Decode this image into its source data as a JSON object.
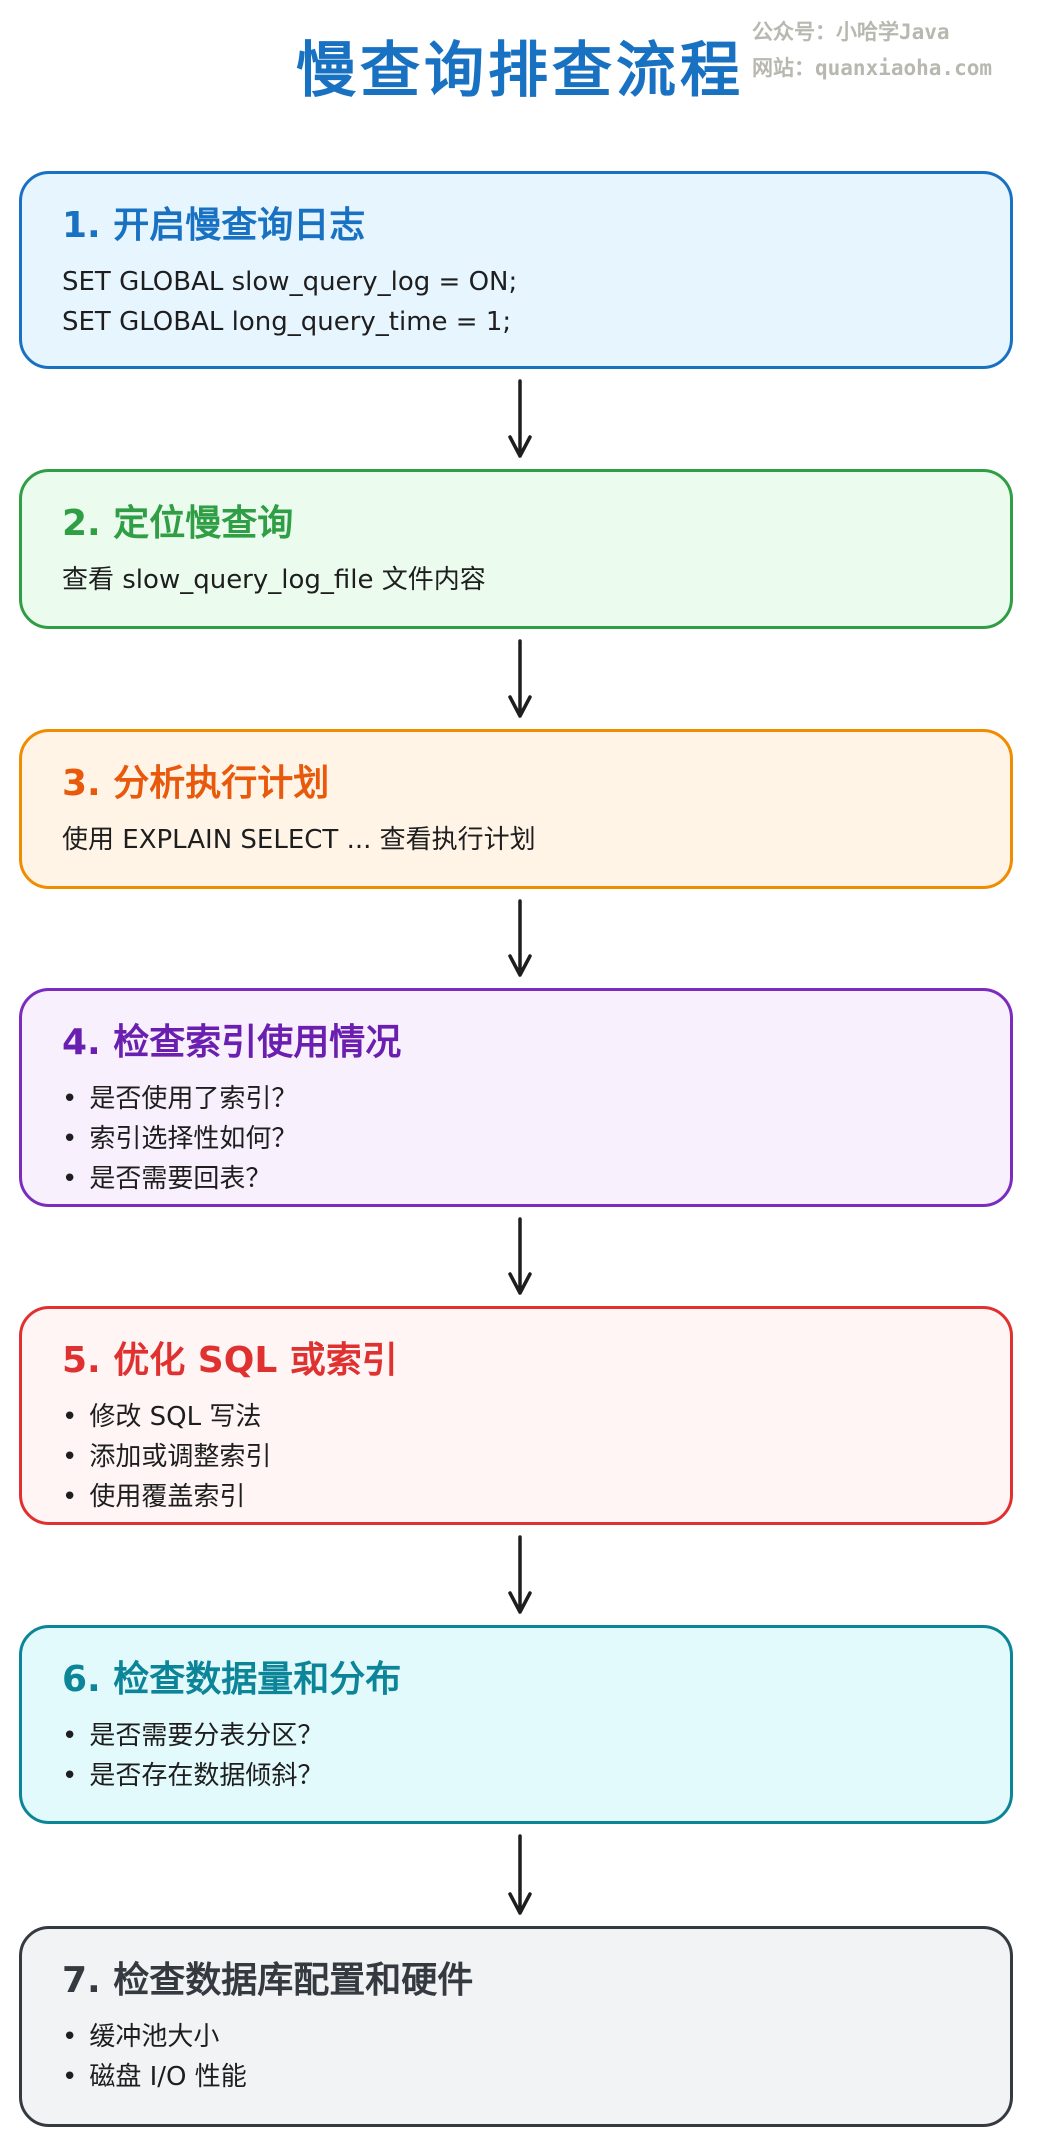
{
  "title": "慢查询排查流程",
  "watermark": {
    "line1": "公众号：小哈学Java",
    "line2": "网站：quanxiaoha.com"
  },
  "steps": [
    {
      "title": "1. 开启慢查询日志",
      "lines": [
        "SET GLOBAL slow_query_log = ON;",
        "SET GLOBAL long_query_time = 1;"
      ],
      "bullets": false,
      "bg": "#e7f5ff",
      "border": "#1971c2",
      "title_color": "#1971c2"
    },
    {
      "title": "2. 定位慢查询",
      "lines": [
        "查看 slow_query_log_file 文件内容"
      ],
      "bullets": false,
      "bg": "#ebfbee",
      "border": "#2f9e44",
      "title_color": "#2f9e44"
    },
    {
      "title": "3. 分析执行计划",
      "lines": [
        "使用 EXPLAIN SELECT ... 查看执行计划"
      ],
      "bullets": false,
      "bg": "#fff4e6",
      "border": "#f08c00",
      "title_color": "#e8590c"
    },
    {
      "title": "4. 检查索引使用情况",
      "lines": [
        "是否使用了索引？",
        "索引选择性如何？",
        "是否需要回表？"
      ],
      "bullets": true,
      "bg": "#f8f0fc",
      "border": "#7b2cbf",
      "title_color": "#6a1fb0"
    },
    {
      "title": "5. 优化 SQL 或索引",
      "lines": [
        "修改 SQL 写法",
        "添加或调整索引",
        "使用覆盖索引"
      ],
      "bullets": true,
      "bg": "#fff5f5",
      "border": "#e03131",
      "title_color": "#e03131"
    },
    {
      "title": "6. 检查数据量和分布",
      "lines": [
        "是否需要分表分区？",
        "是否存在数据倾斜？"
      ],
      "bullets": true,
      "bg": "#e3fafc",
      "border": "#0c8599",
      "title_color": "#0c8599"
    },
    {
      "title": "7. 检查数据库配置和硬件",
      "lines": [
        "缓冲池大小",
        "磁盘 I/O 性能"
      ],
      "bullets": true,
      "bg": "#f1f3f5",
      "border": "#343a40",
      "title_color": "#343a40"
    }
  ]
}
